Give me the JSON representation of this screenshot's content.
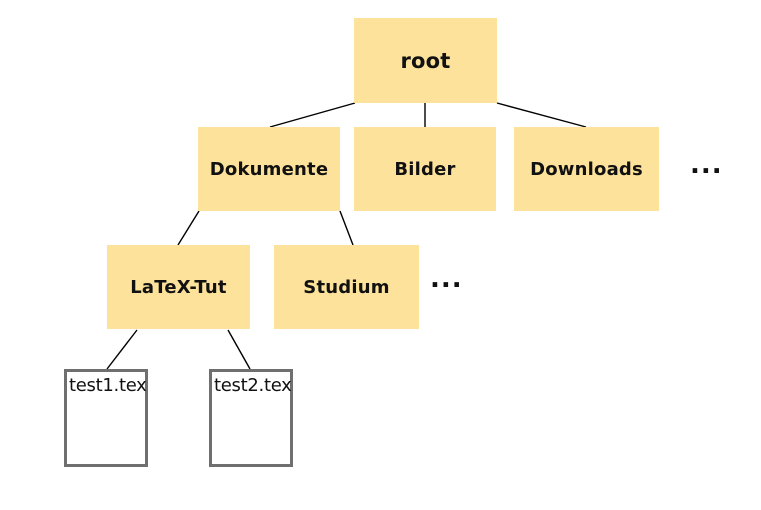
{
  "diagram": {
    "type": "tree",
    "description": "File system tree diagram",
    "nodes": {
      "root": {
        "label": "root",
        "kind": "folder"
      },
      "dokumente": {
        "label": "Dokumente",
        "kind": "folder"
      },
      "bilder": {
        "label": "Bilder",
        "kind": "folder"
      },
      "downloads": {
        "label": "Downloads",
        "kind": "folder"
      },
      "latex_tut": {
        "label": "LaTeX-Tut",
        "kind": "folder"
      },
      "studium": {
        "label": "Studium",
        "kind": "folder"
      },
      "test1": {
        "label": "test1.tex",
        "kind": "file"
      },
      "test2": {
        "label": "test2.tex",
        "kind": "file"
      },
      "ellipsis_root_children": {
        "label": "...",
        "kind": "ellipsis"
      },
      "ellipsis_dokumente_children": {
        "label": "...",
        "kind": "ellipsis"
      }
    },
    "edges": [
      {
        "from": "root",
        "to": "dokumente"
      },
      {
        "from": "root",
        "to": "bilder"
      },
      {
        "from": "root",
        "to": "downloads"
      },
      {
        "from": "dokumente",
        "to": "latex_tut"
      },
      {
        "from": "dokumente",
        "to": "studium"
      },
      {
        "from": "latex_tut",
        "to": "test1"
      },
      {
        "from": "latex_tut",
        "to": "test2"
      }
    ],
    "colors": {
      "folder_fill": "#fce29a",
      "file_fill": "#ffffff",
      "file_border": "#6f6f6f",
      "edge_line": "#000000",
      "text": "#111111",
      "background": "#ffffff"
    }
  }
}
